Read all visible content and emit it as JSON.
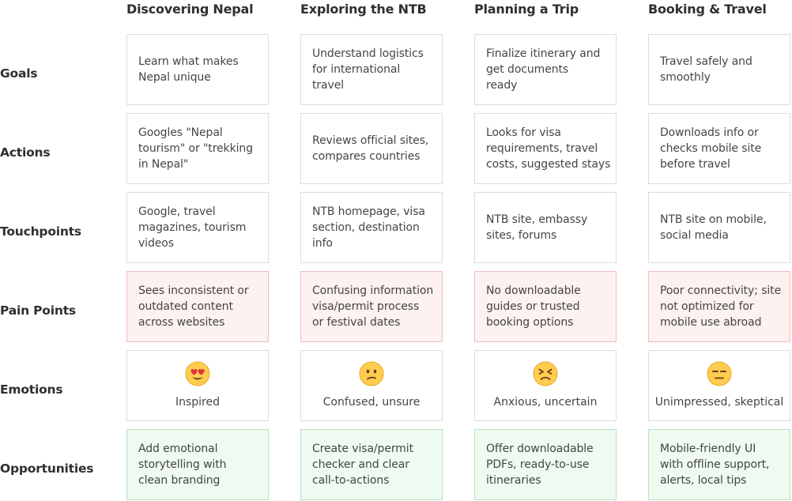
{
  "columns": [
    "Discovering Nepal",
    "Exploring the NTB",
    "Planning a Trip",
    "Booking & Travel"
  ],
  "rows": [
    {
      "label": "Goals",
      "cells": [
        "Learn what makes\nNepal unique",
        "Understand logistics\nfor international\ntravel",
        "Finalize itinerary and\nget documents\nready",
        "Travel safely and\nsmoothly"
      ]
    },
    {
      "label": "Actions",
      "cells": [
        "Googles \"Nepal\ntourism\" or \"trekking\nin Nepal\"",
        "Reviews official sites,\ncompares countries",
        "Looks for visa\nrequirements, travel\ncosts, suggested stays",
        "Downloads info or\nchecks mobile site\nbefore travel"
      ]
    },
    {
      "label": "Touchpoints",
      "cells": [
        "Google, travel\nmagazines, tourism\nvideos",
        "NTB homepage, visa\nsection, destination\ninfo",
        "NTB site, embassy\nsites, forums",
        "NTB site on mobile,\nsocial media"
      ]
    },
    {
      "label": "Pain Points",
      "cells": [
        "Sees inconsistent or\noutdated content\nacross websites",
        "Confusing information\nvisa/permit process\nor festival dates",
        "No downloadable\nguides or trusted\nbooking options",
        "Poor connectivity; site\nnot optimized for\nmobile use abroad"
      ]
    },
    {
      "label": "Emotions",
      "emotions": [
        {
          "icon": "heart-eyes-emoji-icon",
          "label": "Inspired"
        },
        {
          "icon": "confused-face-emoji-icon",
          "label": "Confused, unsure"
        },
        {
          "icon": "anxious-face-emoji-icon",
          "label": "Anxious, uncertain"
        },
        {
          "icon": "unamused-face-emoji-icon",
          "label": "Unimpressed, skeptical"
        }
      ]
    },
    {
      "label": "Opportunities",
      "cells": [
        "Add emotional\nstorytelling with\nclean branding",
        "Create visa/permit\nchecker and clear\ncall-to-actions",
        "Offer downloadable\nPDFs, ready-to-use\nitineraries",
        "Mobile-friendly UI\nwith offline support,\nalerts, local tips"
      ]
    }
  ],
  "colors": {
    "neutral_border": "#dcdcdc",
    "pain_fill": "#fdf1f1",
    "pain_border": "#f0bcbc",
    "opportunity_fill": "#effaf1",
    "opportunity_border": "#b6e2bf"
  }
}
